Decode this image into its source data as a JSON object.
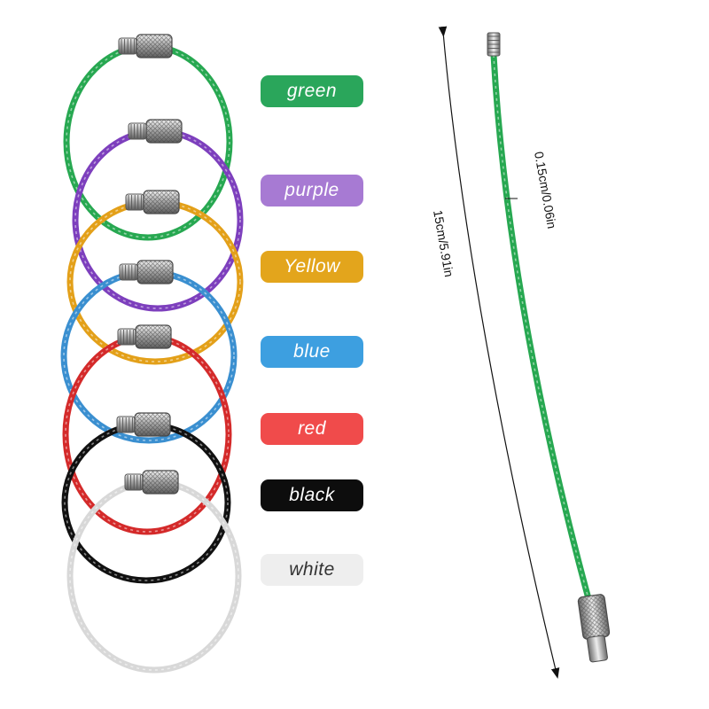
{
  "colors": [
    {
      "label": "green",
      "hex": "#27a851",
      "bg": "#2aa65b",
      "text_color": "#ffffff"
    },
    {
      "label": "purple",
      "hex": "#7d3fbd",
      "bg": "#a77ad3",
      "text_color": "#ffffff"
    },
    {
      "label": "Yellow",
      "hex": "#e3a019",
      "bg": "#e3a51c",
      "text_color": "#ffffff"
    },
    {
      "label": "blue",
      "hex": "#3a8fd0",
      "bg": "#3d9fe0",
      "text_color": "#ffffff"
    },
    {
      "label": "red",
      "hex": "#d42a2a",
      "bg": "#f04b4b",
      "text_color": "#ffffff"
    },
    {
      "label": "black",
      "hex": "#111111",
      "bg": "#0d0d0d",
      "text_color": "#ffffff"
    },
    {
      "label": "white",
      "hex": "#d8d8d8",
      "bg": "#eeeeee",
      "text_color": "#333333"
    }
  ],
  "dimensions": {
    "length": "15cm/5.91in",
    "thickness": "0.15cm/0.06in"
  },
  "icons": [
    "wire-ring-icon",
    "screw-lock-connector-icon",
    "dimension-arrow-icon"
  ]
}
